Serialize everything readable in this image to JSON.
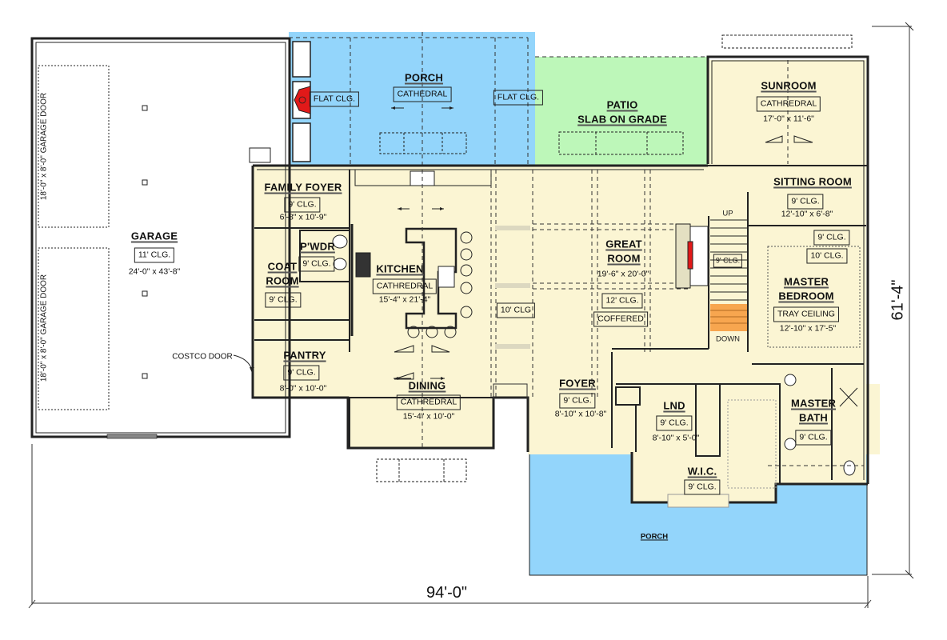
{
  "plan": {
    "overall_width": "94'-0\"",
    "overall_depth": "61'-4\"",
    "colors": {
      "interior": "#fbf5d3",
      "porch": "#93d5fb",
      "patio": "#bdf7b9",
      "wall": "#222222",
      "fireplace": "#e11919",
      "stair_down": "#f7a64f"
    }
  },
  "rooms": {
    "garage": {
      "name": "GARAGE",
      "ceiling": "11' CLG.",
      "size": "24'-0\" x 43'-8\"",
      "door_top": "18'-0\" x 8'-0\" GARAGE DOOR",
      "door_bottom": "18'-0\" x 8'-0\" GARAGE DOOR",
      "costco_door": "COSTCO DOOR"
    },
    "porch_rear": {
      "name": "PORCH",
      "ceiling": "CATHEDRAL",
      "flat_left": "FLAT CLG.",
      "flat_right": "FLAT CLG."
    },
    "patio": {
      "name_line1": "PATIO",
      "name_line2": "SLAB ON GRADE"
    },
    "sunroom": {
      "name": "SUNROOM",
      "ceiling": "CATHREDRAL",
      "size": "17'-0\" x 11'-6\""
    },
    "family_foyer": {
      "name": "FAMILY FOYER",
      "ceiling": "9' CLG.",
      "size": "6'-8\" x 10'-9\""
    },
    "powder": {
      "name": "P'WDR",
      "ceiling": "9' CLG."
    },
    "coat_room": {
      "name_line1": "COAT",
      "name_line2": "ROOM",
      "ceiling": "9' CLG."
    },
    "kitchen": {
      "name": "KITCHEN",
      "ceiling": "CATHREDRAL",
      "size": "15'-4\" x 21'-4\""
    },
    "pantry": {
      "name": "PANTRY",
      "ceiling": "9' CLG.",
      "size": "8'-0\" x 10'-0\""
    },
    "dining": {
      "name": "DINING",
      "ceiling": "CATHREDRAL",
      "size": "15'-4\" x 10'-0\""
    },
    "great_room": {
      "name_line1": "GREAT",
      "name_line2": "ROOM",
      "size": "19'-6\" x 20'-0\"",
      "ceiling": "12' CLG.",
      "ceiling_type": "COFFERED",
      "side_ceiling": "10' CLG"
    },
    "stairs": {
      "up": "UP",
      "down": "DOWN",
      "ceiling": "9' CLG."
    },
    "sitting_room": {
      "name": "SITTING ROOM",
      "ceiling": "9' CLG.",
      "size": "12'-10\" x 6'-8\""
    },
    "master_bedroom": {
      "name_line1": "MASTER",
      "name_line2": "BEDROOM",
      "ceiling": "TRAY CEILING",
      "size": "12'-10\" x 17'-5\"",
      "ceiling_upper": "9' CLG.",
      "ceiling_tray": "10' CLG."
    },
    "foyer": {
      "name": "FOYER",
      "ceiling": "9' CLG.",
      "size": "8'-10\" x 10'-8\""
    },
    "laundry": {
      "name": "LND",
      "ceiling": "9' CLG.",
      "size": "8'-10\" x 5'-0\""
    },
    "wic": {
      "name": "W.I.C.",
      "ceiling": "9' CLG."
    },
    "master_bath": {
      "name_line1": "MASTER",
      "name_line2": "BATH",
      "ceiling": "9' CLG."
    },
    "porch_front": {
      "name": "PORCH"
    }
  }
}
